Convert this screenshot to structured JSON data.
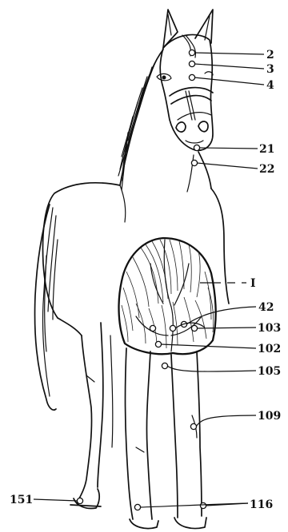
{
  "figure": {
    "labels": [
      "2",
      "3",
      "4",
      "21",
      "22",
      "I",
      "42",
      "103",
      "102",
      "105",
      "109",
      "151",
      "116"
    ]
  }
}
